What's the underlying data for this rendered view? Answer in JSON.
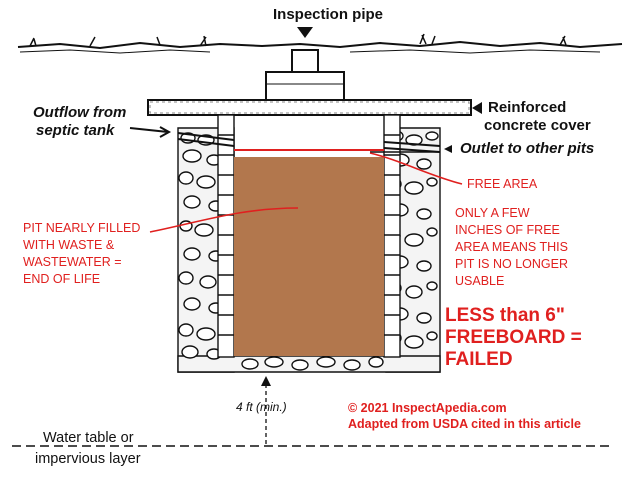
{
  "labels": {
    "inspection_pipe": "Inspection pipe",
    "outflow_line1": "Outflow from",
    "outflow_line2": "septic tank",
    "cover_line1": "Reinforced",
    "cover_line2": "concrete cover",
    "outlet": "Outlet to other pits",
    "free_area": "FREE AREA",
    "pit_filled": [
      "PIT NEARLY FILLED",
      "WITH WASTE &",
      "WASTEWATER =",
      "END OF LIFE"
    ],
    "few_inches": [
      "ONLY A FEW",
      "INCHES OF FREE",
      "AREA MEANS THIS",
      "PIT IS NO LONGER",
      "USABLE"
    ],
    "failed": [
      "LESS than 6\"",
      "FREEBOARD =",
      "FAILED"
    ],
    "depth": "4 ft (min.)",
    "water_table_line1": "Water table or",
    "water_table_line2": "impervious layer",
    "copyright": "© 2021 InspectApedia.com",
    "adapted": "Adapted from USDA cited in this article"
  },
  "colors": {
    "annotation_red": "#e0201f",
    "waste_fill": "#b2774d",
    "line_art": "#111111"
  }
}
